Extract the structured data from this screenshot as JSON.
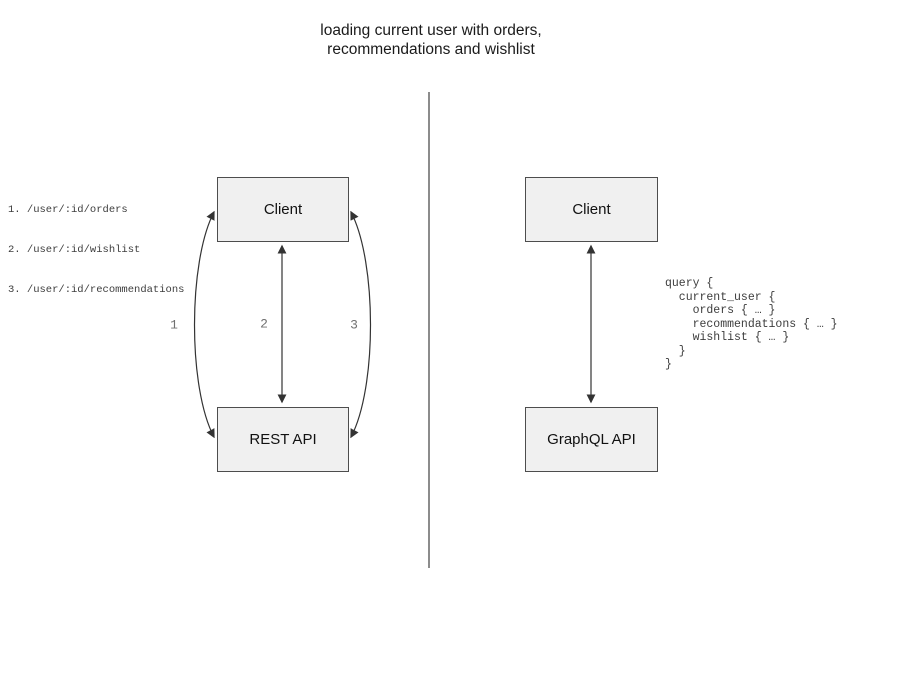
{
  "title": {
    "line1": "loading current user with orders,",
    "line2": "recommendations and wishlist"
  },
  "left_panel": {
    "endpoints": [
      "1. /user/:id/orders",
      "2. /user/:id/wishlist",
      "3. /user/:id/recommendations"
    ],
    "client_label": "Client",
    "api_label": "REST API",
    "arrow_labels": [
      "1",
      "2",
      "3"
    ]
  },
  "right_panel": {
    "client_label": "Client",
    "api_label": "GraphQL API",
    "query": "query {\n  current_user {\n    orders { … }\n    recommendations { … }\n    wishlist { … }\n  }\n}"
  },
  "colors": {
    "background": "#ffffff",
    "box_fill": "#f0f0f0",
    "box_border": "#4d4d4d",
    "box_text": "#111111",
    "title_text": "#1a1a1a",
    "mono_text": "#3d3d3d",
    "arrow_label_text": "#707070",
    "arrow_stroke": "#333333",
    "divider_stroke": "#666666"
  }
}
